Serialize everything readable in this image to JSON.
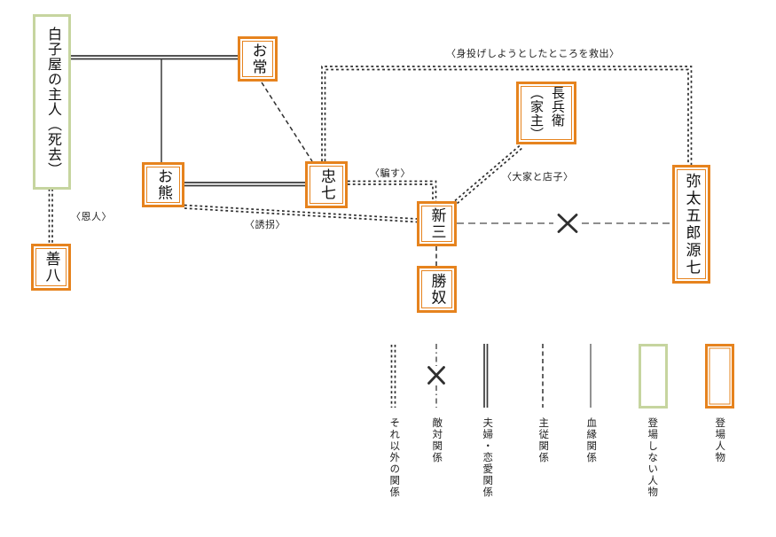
{
  "diagram": {
    "nodes": [
      {
        "id": "shirakoya-master",
        "label": "白子屋の主人（死去）",
        "status": "not-appearing"
      },
      {
        "id": "otsune",
        "label": "お常",
        "status": "appearing"
      },
      {
        "id": "okuma",
        "label": "お熊",
        "status": "appearing"
      },
      {
        "id": "chushichi",
        "label": "忠七",
        "status": "appearing"
      },
      {
        "id": "shinza",
        "label": "新三",
        "status": "appearing"
      },
      {
        "id": "katsuyakko",
        "label": "勝奴",
        "status": "appearing"
      },
      {
        "id": "chobei",
        "label": "長兵衛\n（家主）",
        "status": "appearing"
      },
      {
        "id": "yatagoro-genshichi",
        "label": "弥太五郎源七",
        "status": "appearing"
      },
      {
        "id": "zenpachi",
        "label": "善八",
        "status": "appearing"
      }
    ],
    "edge_labels": {
      "onjin": "〈恩人〉",
      "damasu": "〈騙す〉",
      "yukai": "〈誘拐〉",
      "ooya_to_tanako": "〈大家と店子〉",
      "minage": "〈身投げしようとしたところを救出〉"
    },
    "edges": [
      {
        "from": "白子屋の主人（死去）",
        "to": "お常",
        "type": "夫婦・恋愛関係"
      },
      {
        "from": "白子屋の主人（死去）",
        "to": "お熊",
        "type": "血縁関係"
      },
      {
        "from": "お熊",
        "to": "忠七",
        "type": "夫婦・恋愛関係"
      },
      {
        "from": "お常",
        "to": "忠七",
        "type": "主従関係"
      },
      {
        "from": "白子屋の主人（死去）",
        "to": "善八",
        "type": "それ以外の関係",
        "label": "〈恩人〉"
      },
      {
        "from": "忠七",
        "to": "新三",
        "type": "それ以外の関係",
        "label": "〈騙す〉"
      },
      {
        "from": "お熊",
        "to": "新三",
        "type": "それ以外の関係",
        "label": "〈誘拐〉"
      },
      {
        "from": "新三",
        "to": "長兵衛（家主）",
        "type": "それ以外の関係",
        "label": "〈大家と店子〉"
      },
      {
        "from": "忠七",
        "to": "弥太五郎源七",
        "type": "それ以外の関係",
        "label": "〈身投げしようとしたところを救出〉"
      },
      {
        "from": "新三",
        "to": "弥太五郎源七",
        "type": "敵対関係"
      },
      {
        "from": "新三",
        "to": "勝奴",
        "type": "主従関係"
      }
    ],
    "legend": {
      "items": [
        {
          "label": "それ以外の関係",
          "style": "double-dashed-line"
        },
        {
          "label": "敵対関係",
          "style": "dash-dot-line-with-x"
        },
        {
          "label": "夫婦・恋愛関係",
          "style": "double-solid-line"
        },
        {
          "label": "主従関係",
          "style": "dashed-line"
        },
        {
          "label": "血縁関係",
          "style": "solid-line"
        },
        {
          "label": "登場しない人物",
          "style": "green-box"
        },
        {
          "label": "登場人物",
          "style": "orange-box"
        }
      ]
    },
    "colors": {
      "appearing_border": "#e6831e",
      "not_appearing_border": "#c6d59f",
      "line": "#3a3a3a"
    }
  }
}
